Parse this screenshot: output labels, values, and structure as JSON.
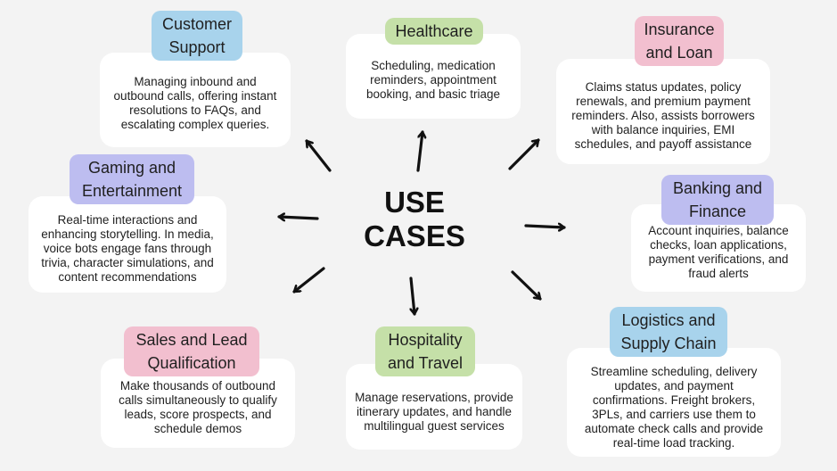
{
  "center": {
    "title": "USE\nCASES"
  },
  "colors": {
    "blue": "#a8d3ec",
    "green": "#c5e0a8",
    "pink": "#f2bfcf",
    "purple": "#bdbdf0",
    "background": "#f3f3f3"
  },
  "nodes": [
    {
      "id": "customer-support",
      "title": "Customer\nSupport",
      "color": "blue",
      "description": "Managing inbound and outbound calls, offering instant resolutions to FAQs, and escalating complex queries."
    },
    {
      "id": "healthcare",
      "title": "Healthcare",
      "color": "green",
      "description": "Scheduling, medication reminders, appointment booking, and basic triage"
    },
    {
      "id": "insurance-loan",
      "title": "Insurance\nand Loan",
      "color": "pink",
      "description": "Claims status updates, policy renewals, and premium payment reminders. Also, assists borrowers with balance inquiries, EMI schedules, and payoff assistance"
    },
    {
      "id": "gaming-entertainment",
      "title": "Gaming and\nEntertainment",
      "color": "purple",
      "description": "Real-time interactions and enhancing storytelling. In media, voice bots engage fans through trivia, character simulations, and content recommendations"
    },
    {
      "id": "banking-finance",
      "title": "Banking and\nFinance",
      "color": "purple",
      "description": "Account inquiries, balance checks, loan applications, payment verifications, and fraud alerts"
    },
    {
      "id": "sales-lead",
      "title": "Sales and Lead\nQualification",
      "color": "pink",
      "description": "Make thousands of outbound calls simultaneously to qualify leads, score prospects, and schedule demos"
    },
    {
      "id": "hospitality-travel",
      "title": "Hospitality\nand Travel",
      "color": "green",
      "description": "Manage reservations, provide itinerary updates, and handle multilingual guest services"
    },
    {
      "id": "logistics-supply",
      "title": "Logistics and\nSupply Chain",
      "color": "blue",
      "description": "Streamline scheduling, delivery updates, and payment confirmations. Freight brokers, 3PLs, and carriers use them to automate check calls and provide real-time load tracking."
    }
  ]
}
